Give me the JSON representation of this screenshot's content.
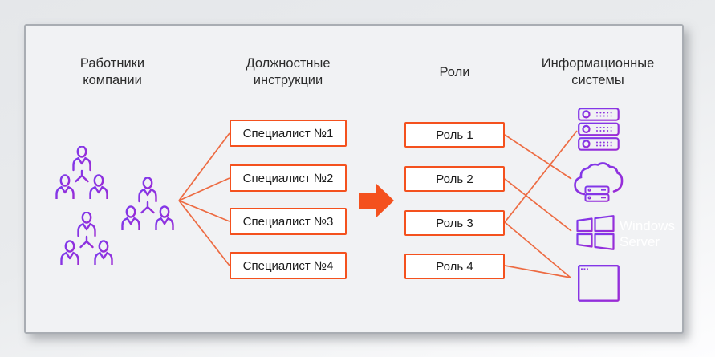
{
  "diagram": {
    "headers": {
      "employees_l1": "Работники",
      "employees_l2": "компании",
      "instructions_l1": "Должностные",
      "instructions_l2": "инструкции",
      "roles": "Роли",
      "systems_l1": "Информационные",
      "systems_l2": "системы"
    },
    "specialists": [
      "Специалист №1",
      "Специалист №2",
      "Специалист №3",
      "Специалист №4"
    ],
    "roles": [
      "Роль 1",
      "Роль 2",
      "Роль 3",
      "Роль 4"
    ],
    "systems": {
      "windows_l1": "Windows",
      "windows_l2": "Server",
      "icons": [
        "team-icon",
        "server-rack-icon",
        "cloud-server-icon",
        "windows-logo-icon",
        "code-window-icon"
      ]
    },
    "connections": {
      "employees_to_specialists": [
        "Специалист №1",
        "Специалист №2",
        "Специалист №3",
        "Специалист №4"
      ],
      "roles_to_systems": [
        {
          "from": "Роль 1",
          "to": "cloud-server-icon"
        },
        {
          "from": "Роль 2",
          "to": "windows-logo-icon"
        },
        {
          "from": "Роль 3",
          "to": "server-rack-icon"
        },
        {
          "from": "Роль 3",
          "to": "code-window-icon"
        },
        {
          "from": "Роль 4",
          "to": "code-window-icon"
        }
      ]
    },
    "colors": {
      "orange": "#F4511E",
      "connector_orange": "#ED6B42",
      "purple_violet": "#7C3AED",
      "purple_magenta": "#9C2BD4",
      "card_bg": "#F1F2F4",
      "text": "#2B2B2B"
    }
  }
}
